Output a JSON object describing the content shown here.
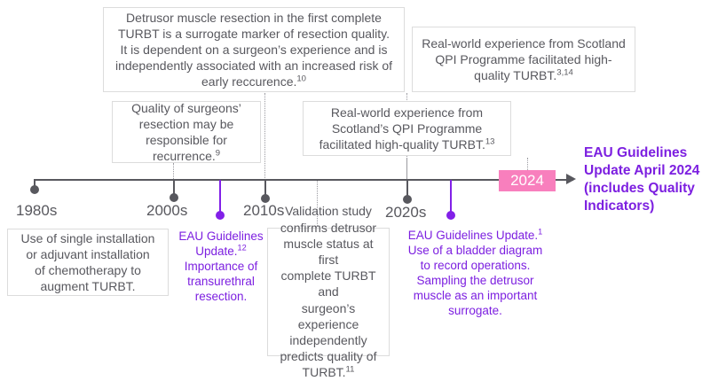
{
  "theme": {
    "purple": "#7c1fe0",
    "pink": "#f87fbd",
    "gray_text": "#58585e",
    "box_border": "#dcdcdc",
    "axis": "#58585e"
  },
  "headline": {
    "line1": "EAU Guidelines",
    "line2": "Update April 2024",
    "line3": "(includes Quality",
    "line4": "Indicators)"
  },
  "badge": {
    "label": "2024"
  },
  "axis": {
    "ticks": [
      {
        "label": "1980s"
      },
      {
        "label": "2000s"
      },
      {
        "label": "2010s"
      },
      {
        "label": "2020s"
      }
    ]
  },
  "boxes": {
    "detrusor_top": {
      "lines": [
        "Detrusor muscle resection in the first complete",
        "TURBT is a surrogate marker of resection quality.",
        "It is dependent on a surgeon’s experience and is",
        "independently associated with an increased risk of",
        "early reccurence."
      ],
      "ref": "10"
    },
    "scotland_qpi_top": {
      "lines": [
        "Real-world experience from Scotland",
        "QPI Programme facilitated high-",
        "quality TURBT."
      ],
      "ref": "3,14"
    },
    "quality_surgeons": {
      "lines": [
        "Quality of surgeons’",
        "resection may be",
        "responsible for",
        "recurrence."
      ],
      "ref": "9"
    },
    "scotland_qpi_mid": {
      "lines": [
        "Real-world experience from",
        "Scotland’s QPI Programme",
        "facilitated high-quality TURBT."
      ],
      "ref": "13"
    },
    "chemotherapy": {
      "lines": [
        "Use of single installation",
        "or adjuvant installation",
        "of chemotherapy to",
        "augment TURBT."
      ],
      "ref": ""
    },
    "validation_study": {
      "lines": [
        "Validation study",
        "confirms detrusor",
        "muscle status at first",
        "complete TURBT and",
        "surgeon’s experience",
        "independently",
        "predicts quality of",
        "TURBT."
      ],
      "ref": "11"
    }
  },
  "purple_notes": {
    "eau_2000s": {
      "lines": [
        "EAU Guidelines",
        "Update."
      ],
      "ref": "12",
      "after": [
        "Importance of",
        "transurethral",
        "resection."
      ]
    },
    "eau_2024": {
      "lines": [
        "EAU Guidelines Update."
      ],
      "ref": "1",
      "after": [
        "Use of a bladder diagram",
        "to record operations.",
        "Sampling the detrusor",
        "muscle as an important",
        "surrogate."
      ]
    }
  }
}
